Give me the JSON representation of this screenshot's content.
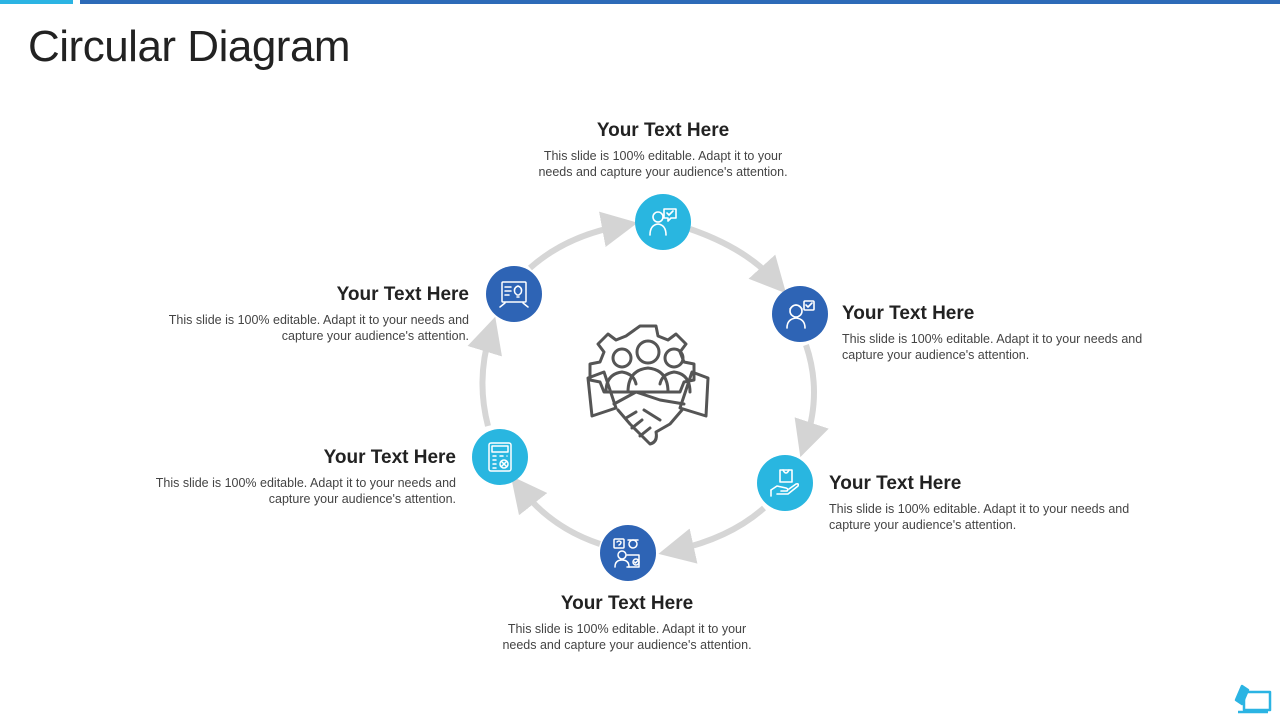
{
  "slide": {
    "title": "Circular Diagram"
  },
  "colors": {
    "light_blue": "#29b6e0",
    "dark_blue": "#2e64b5",
    "arrow_gray": "#d4d4d4",
    "icon_outline": "#555555"
  },
  "center_icon": "handshake-gear-team-icon",
  "steps": [
    {
      "heading": "Your Text Here",
      "body": "This slide is 100% editable. Adapt it to your needs and capture your audience's attention.",
      "icon": "person-chat-icon",
      "color": "light"
    },
    {
      "heading": "Your Text Here",
      "body": "This slide is 100% editable. Adapt it to your needs and capture your audience's attention.",
      "icon": "person-approve-icon",
      "color": "dark"
    },
    {
      "heading": "Your Text Here",
      "body": "This slide is 100% editable. Adapt it to your needs and capture your audience's attention.",
      "icon": "hand-package-icon",
      "color": "light"
    },
    {
      "heading": "Your Text Here",
      "body": "This slide is 100% editable. Adapt it to your needs and capture your audience's attention.",
      "icon": "team-question-icon",
      "color": "dark"
    },
    {
      "heading": "Your Text Here",
      "body": "This slide is 100% editable. Adapt it to your needs and capture your audience's attention.",
      "icon": "calculator-icon",
      "color": "light"
    },
    {
      "heading": "Your Text Here",
      "body": "This slide is 100% editable. Adapt it to your needs and capture your audience's attention.",
      "icon": "idea-board-icon",
      "color": "dark"
    }
  ]
}
